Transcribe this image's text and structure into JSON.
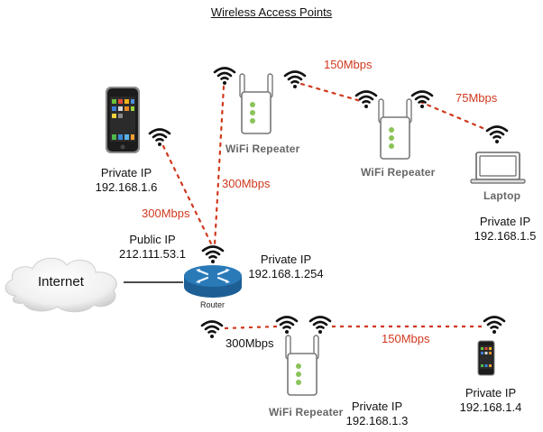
{
  "title": "Wireless Access Points",
  "colors": {
    "link": "#d0391e",
    "router": "#2a7ab8",
    "led": "#8cc35a"
  },
  "devices": {
    "phone_top": {
      "label_line1": "Private IP",
      "label_line2": "192.168.1.6"
    },
    "repeater_top": {
      "name": "WiFi Repeater"
    },
    "repeater_mid": {
      "name": "WiFi Repeater"
    },
    "laptop": {
      "name": "Laptop",
      "label_line1": "Private IP",
      "label_line2": "192.168.1.5"
    },
    "router": {
      "name": "Router",
      "public_line1": "Public IP",
      "public_line2": "212.111.53.1",
      "private_line1": "Private IP",
      "private_line2": "192.168.1.254"
    },
    "internet": {
      "name": "Internet"
    },
    "repeater_bottom": {
      "name": "WiFi Repeater",
      "label_line1": "Private IP",
      "label_line2": "192.168.1.3"
    },
    "phone_bottom": {
      "label_line1": "Private IP",
      "label_line2": "192.168.1.4"
    }
  },
  "links": {
    "router_to_phone": "300Mbps",
    "router_to_repeater_top": "300Mbps",
    "repeater_top_to_repeater_mid": "150Mbps",
    "repeater_mid_to_laptop": "75Mbps",
    "router_to_repeater_bottom": "300Mbps",
    "repeater_bottom_to_phone": "150Mbps"
  },
  "icons": [
    "wifi-icon",
    "phone-icon",
    "repeater-icon",
    "laptop-icon",
    "router-icon",
    "cloud-icon"
  ]
}
